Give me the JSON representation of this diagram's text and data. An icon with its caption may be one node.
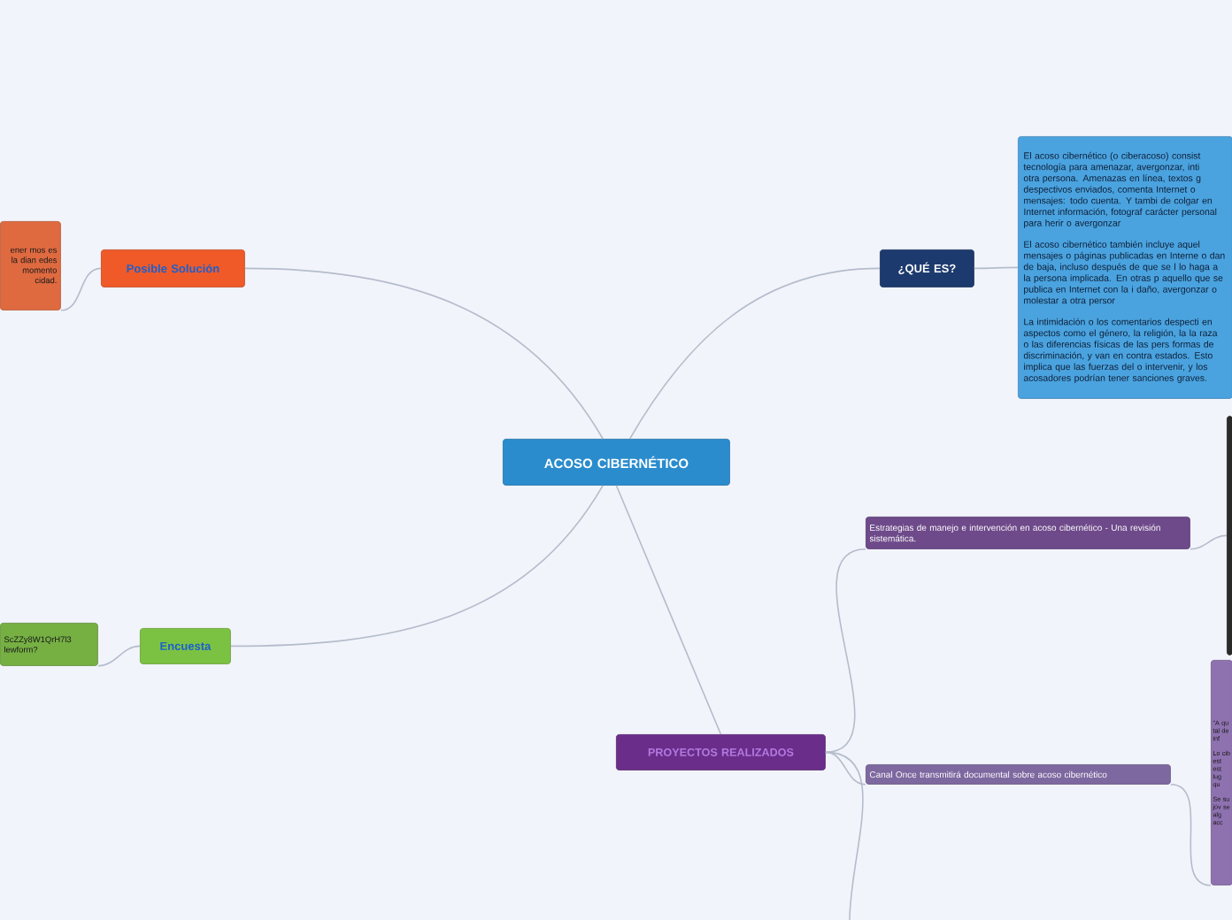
{
  "diagram": {
    "nodes": [
      {
        "text": [
          "ACOSO CIBERNÉTICO"
        ]
      },
      {
        "text": [
          "¿QUÉ ES?"
        ]
      },
      {
        "text": [
          "El acoso cibernético (o ciberacoso) consist tecnología para amenazar, avergonzar, inti otra persona. Amenazas en línea, textos g despectivos enviados, comenta Internet o mensajes: todo cuenta. Y tambi de colgar en Internet información, fotograf carácter personal para herir o avergonzar",
          "El acoso cibernético también incluye aquel mensajes o páginas publicadas en Interne o dan de baja, incluso después de que se l lo haga a la persona implicada. En otras p aquello que se publica en Internet con la i daño, avergonzar o molestar a otra persor",
          "La intimidación o los comentarios despecti en aspectos como el género, la religión, la la raza o las diferencias físicas de las pers formas de discriminación, y van en contra estados. Esto implica que las fuerzas del o intervenir, y los acosadores podrían tener sanciones graves."
        ]
      },
      {
        "text": [
          "Posible Solución"
        ]
      },
      {
        "text": [
          "ener mos es la dian edes momento cidad."
        ]
      },
      {
        "text": [
          "Encuesta"
        ]
      },
      {
        "text": [
          "ScZZy8W1QrH7l3 lewform?"
        ]
      },
      {
        "text": [
          "PROYECTOS REALIZADOS"
        ]
      },
      {
        "text": [
          "Estrategias de manejo e intervención en acoso cibernético - Una revisión sistemática."
        ]
      },
      {
        "text": [
          "Canal Once transmitirá documental sobre acoso cibernético"
        ]
      },
      {
        "text": [],
        "shape": "box"
      },
      {
        "text": [
          "\"A qu tal de inf",
          "Lo cib est est lug qu",
          "Se su jóv se alg acc"
        ]
      }
    ],
    "edges": [
      {
        "from": 0,
        "to": 1,
        "arrow": "none"
      },
      {
        "from": 1,
        "to": 2,
        "arrow": "none"
      },
      {
        "from": 0,
        "to": 3,
        "arrow": "none"
      },
      {
        "from": 3,
        "to": 4,
        "arrow": "none"
      },
      {
        "from": 0,
        "to": 5,
        "arrow": "none"
      },
      {
        "from": 5,
        "to": 6,
        "arrow": "none"
      },
      {
        "from": 0,
        "to": 7,
        "arrow": "none"
      },
      {
        "from": 7,
        "to": 8,
        "arrow": "none"
      },
      {
        "from": 7,
        "to": 9,
        "arrow": "none"
      },
      {
        "from": 7,
        "to": null,
        "arrow": "none"
      },
      {
        "from": 8,
        "to": 10,
        "arrow": "none"
      },
      {
        "from": 9,
        "to": 11,
        "arrow": "none"
      }
    ]
  }
}
